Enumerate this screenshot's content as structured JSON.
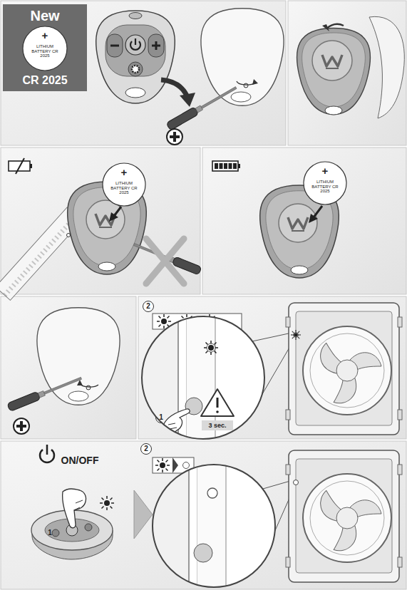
{
  "diagram": {
    "nodes": [
      {
        "text": [
          "New",
          "CR 2025"
        ]
      },
      {
        "text": [
          "+",
          "LITHIUM BATTERY CR 2025"
        ],
        "in": 0
      },
      {
        "text": [
          "+",
          "LITHIUM BATTERY CR 2025"
        ]
      },
      {
        "text": [
          "+",
          "LITHIUM BATTERY CR 2025"
        ]
      }
    ],
    "labels": [
      "2",
      "1",
      "3 sec.",
      "ON/OFF",
      "1",
      "2"
    ]
  }
}
